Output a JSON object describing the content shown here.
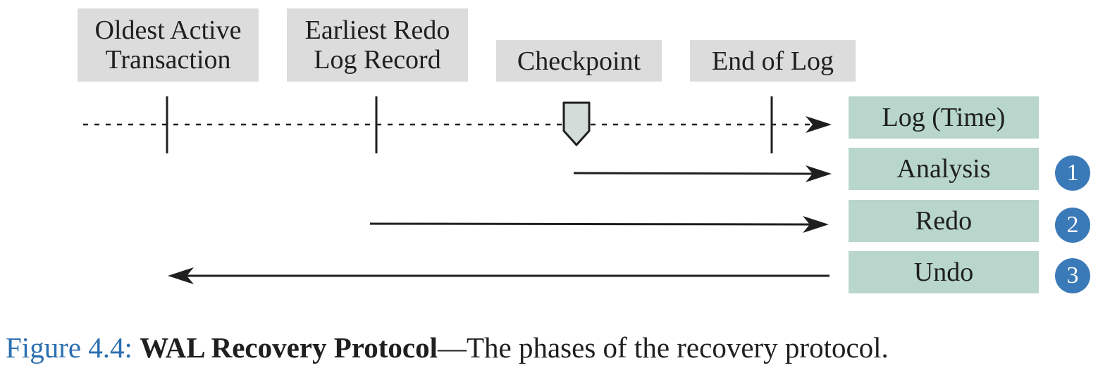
{
  "markers": [
    {
      "line1": "Oldest Active",
      "line2": "Transaction"
    },
    {
      "line1": "Earliest Redo",
      "line2": "Log Record"
    },
    {
      "line1": "Checkpoint"
    },
    {
      "line1": "End of Log"
    }
  ],
  "phases": [
    {
      "label": "Log (Time)"
    },
    {
      "label": "Analysis",
      "step": "1"
    },
    {
      "label": "Redo",
      "step": "2"
    },
    {
      "label": "Undo",
      "step": "3"
    }
  ],
  "caption": {
    "number": "Figure 4.4:",
    "title": "WAL Recovery Protocol",
    "dash": "—",
    "text": "The phases of the recovery protocol."
  },
  "colors": {
    "marker_box": "#dcdcdc",
    "phase_box": "#b8d6cc",
    "badge": "#3a7ab8",
    "checkpoint_flag": "#d3dcd8"
  }
}
